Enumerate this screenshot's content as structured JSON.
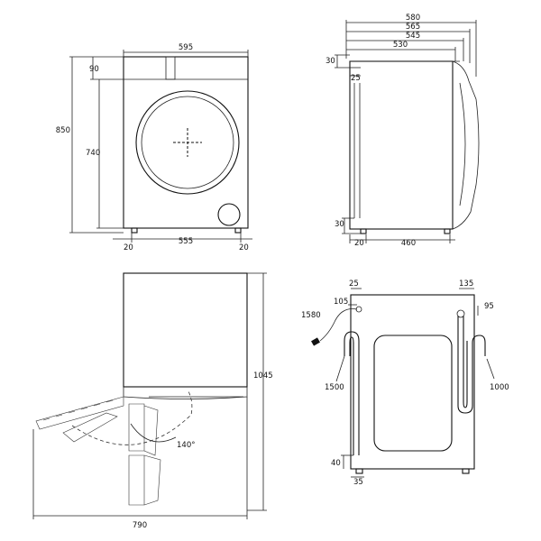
{
  "front_view": {
    "width_total": "595",
    "height_total": "850",
    "panel_height": "90",
    "body_height": "740",
    "foot_offset_left": "20",
    "foot_span": "555",
    "foot_offset_right": "20"
  },
  "side_view": {
    "depth_580": "580",
    "depth_565": "565",
    "depth_545": "545",
    "depth_530": "530",
    "top_offset": "30",
    "door_offset": "25",
    "bottom_offset": "30",
    "foot_offset": "20",
    "foot_span": "460"
  },
  "door_view": {
    "total_width": "790",
    "total_height": "1045",
    "door_angle": "140°"
  },
  "back_view": {
    "top_offset_left": "25",
    "top_offset_right": "135",
    "cable_offset": "105",
    "cable_length": "1580",
    "right_drop": "95",
    "inlet_hose_length": "1500",
    "drain_hose_length": "1000",
    "bottom_height": "40",
    "bottom_offset": "35"
  }
}
